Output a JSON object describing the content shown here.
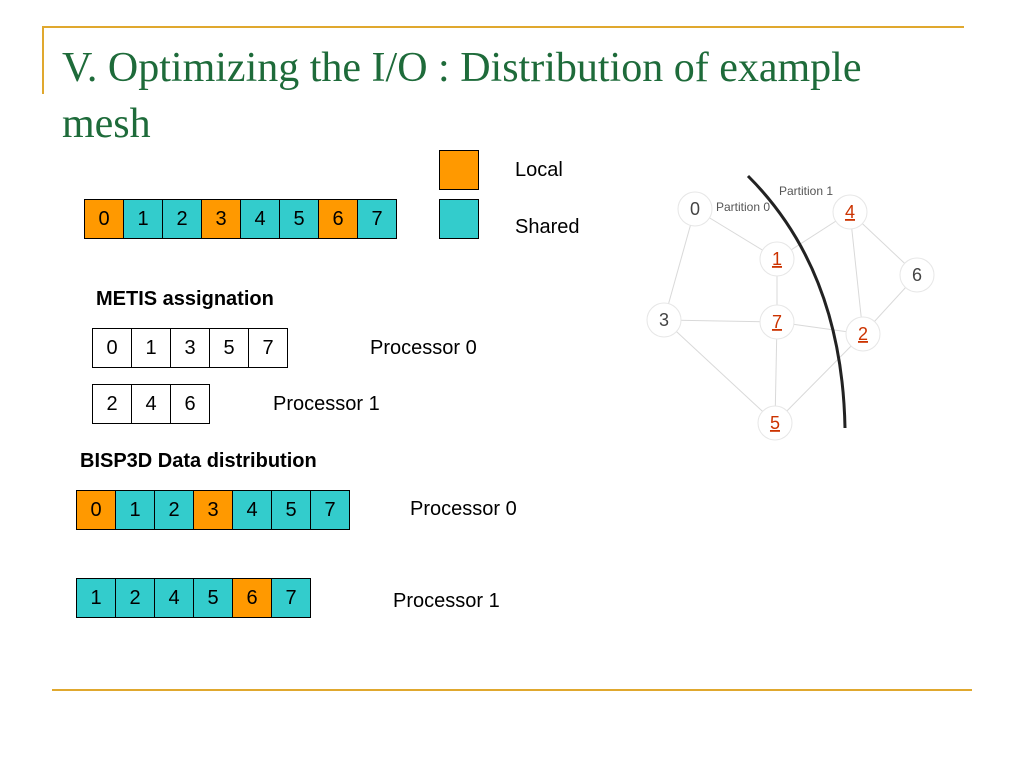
{
  "title": "V. Optimizing the I/O : Distribution of example mesh",
  "colors": {
    "title": "#1e6b3a",
    "local": "#ff9900",
    "shared": "#33cccc",
    "plain": "#ffffff",
    "accent_line": "#e0a82e",
    "node_label_local": "#000000",
    "node_label_shared": "#cc3300"
  },
  "legend": {
    "local": "Local",
    "shared": "Shared"
  },
  "all_nodes": [
    {
      "label": "0",
      "type": "local"
    },
    {
      "label": "1",
      "type": "shared"
    },
    {
      "label": "2",
      "type": "shared"
    },
    {
      "label": "3",
      "type": "local"
    },
    {
      "label": "4",
      "type": "shared"
    },
    {
      "label": "5",
      "type": "shared"
    },
    {
      "label": "6",
      "type": "local"
    },
    {
      "label": "7",
      "type": "shared"
    }
  ],
  "metis": {
    "heading": "METIS assignation",
    "p0": {
      "label": "Processor 0",
      "cells": [
        "0",
        "1",
        "3",
        "5",
        "7"
      ]
    },
    "p1": {
      "label": "Processor 1",
      "cells": [
        "2",
        "4",
        "6"
      ]
    }
  },
  "bisp": {
    "heading": "BISP3D Data distribution",
    "p0": {
      "label": "Processor 0",
      "cells": [
        {
          "label": "0",
          "type": "local"
        },
        {
          "label": "1",
          "type": "shared"
        },
        {
          "label": "2",
          "type": "shared"
        },
        {
          "label": "3",
          "type": "local"
        },
        {
          "label": "4",
          "type": "shared"
        },
        {
          "label": "5",
          "type": "shared"
        },
        {
          "label": "7",
          "type": "shared"
        }
      ]
    },
    "p1": {
      "label": "Processor 1",
      "cells": [
        {
          "label": "1",
          "type": "shared"
        },
        {
          "label": "2",
          "type": "shared"
        },
        {
          "label": "4",
          "type": "shared"
        },
        {
          "label": "5",
          "type": "shared"
        },
        {
          "label": "6",
          "type": "local"
        },
        {
          "label": "7",
          "type": "shared"
        }
      ]
    }
  },
  "mesh": {
    "partition0_label": "Partition 0",
    "partition1_label": "Partition 1",
    "nodes": [
      {
        "id": "0",
        "shared": false
      },
      {
        "id": "4",
        "shared": true
      },
      {
        "id": "1",
        "shared": true
      },
      {
        "id": "6",
        "shared": false
      },
      {
        "id": "3",
        "shared": false
      },
      {
        "id": "7",
        "shared": true
      },
      {
        "id": "2",
        "shared": true
      },
      {
        "id": "5",
        "shared": true
      }
    ],
    "edges": [
      [
        "0",
        "1"
      ],
      [
        "0",
        "3"
      ],
      [
        "4",
        "1"
      ],
      [
        "4",
        "6"
      ],
      [
        "4",
        "2"
      ],
      [
        "1",
        "7"
      ],
      [
        "3",
        "7"
      ],
      [
        "7",
        "2"
      ],
      [
        "7",
        "5"
      ],
      [
        "3",
        "5"
      ],
      [
        "6",
        "2"
      ],
      [
        "2",
        "5"
      ]
    ]
  }
}
